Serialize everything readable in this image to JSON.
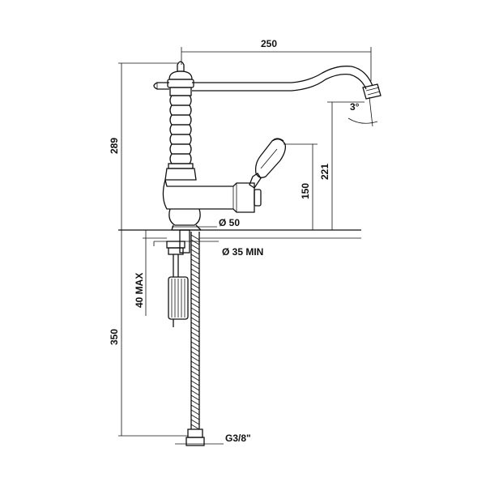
{
  "dimensions": {
    "spout_reach": "250",
    "total_height": "289",
    "spout_height": "221",
    "handle_height": "150",
    "spout_angle": "3°",
    "base_diameter": "Ø 50",
    "hole_diameter": "Ø 35 MIN",
    "deck_thickness": "40 MAX",
    "hose_length": "350",
    "connection": "G3/8\""
  }
}
